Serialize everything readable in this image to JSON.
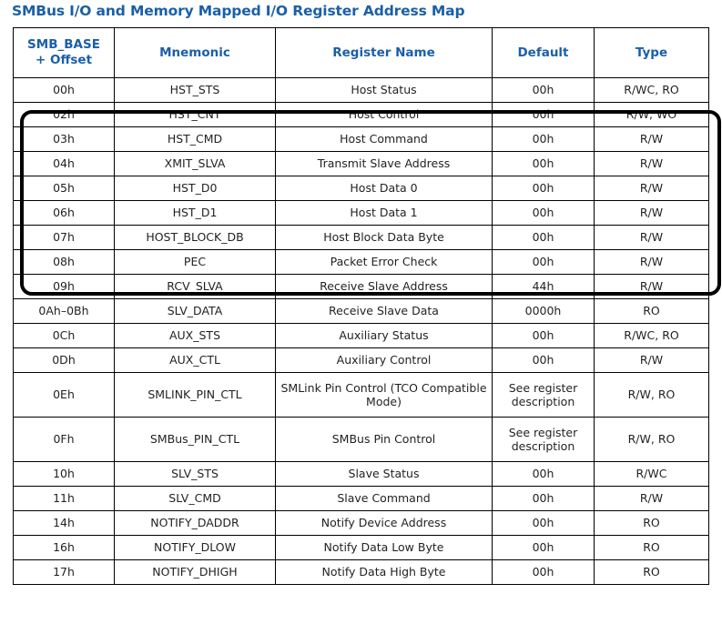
{
  "page": {
    "title": "SMBus I/O and Memory Mapped I/O Register Address Map",
    "title_color": "#1A5FA8",
    "text_color": "#231F20",
    "border_color": "#000000",
    "background": "#FFFFFF",
    "highlight_border_color": "#000000"
  },
  "table": {
    "headers": [
      "SMB_BASE\n+ Offset",
      "Mnemonic",
      "Register Name",
      "Default",
      "Type"
    ],
    "header_offset_line1": "SMB_BASE",
    "header_offset_line2": "+ Offset",
    "header_mnemonic": "Mnemonic",
    "header_register_name": "Register Name",
    "header_default": "Default",
    "header_type": "Type",
    "highlighted_row_range": [
      0,
      6
    ],
    "rows": [
      {
        "offset": "00h",
        "mnemonic": "HST_STS",
        "name": "Host Status",
        "default": "00h",
        "type": "R/WC, RO",
        "highlighted": true,
        "tall": false
      },
      {
        "offset": "02h",
        "mnemonic": "HST_CNT",
        "name": "Host Control",
        "default": "00h",
        "type": "R/W, WO",
        "highlighted": true,
        "tall": false
      },
      {
        "offset": "03h",
        "mnemonic": "HST_CMD",
        "name": "Host Command",
        "default": "00h",
        "type": "R/W",
        "highlighted": true,
        "tall": false
      },
      {
        "offset": "04h",
        "mnemonic": "XMIT_SLVA",
        "name": "Transmit Slave Address",
        "default": "00h",
        "type": "R/W",
        "highlighted": true,
        "tall": false
      },
      {
        "offset": "05h",
        "mnemonic": "HST_D0",
        "name": "Host Data 0",
        "default": "00h",
        "type": "R/W",
        "highlighted": true,
        "tall": false
      },
      {
        "offset": "06h",
        "mnemonic": "HST_D1",
        "name": "Host Data 1",
        "default": "00h",
        "type": "R/W",
        "highlighted": true,
        "tall": false
      },
      {
        "offset": "07h",
        "mnemonic": "HOST_BLOCK_DB",
        "name": "Host Block Data Byte",
        "default": "00h",
        "type": "R/W",
        "highlighted": true,
        "tall": false
      },
      {
        "offset": "08h",
        "mnemonic": "PEC",
        "name": "Packet Error Check",
        "default": "00h",
        "type": "R/W",
        "highlighted": false,
        "tall": false
      },
      {
        "offset": "09h",
        "mnemonic": "RCV_SLVA",
        "name": "Receive Slave Address",
        "default": "44h",
        "type": "R/W",
        "highlighted": false,
        "tall": false
      },
      {
        "offset": "0Ah–0Bh",
        "mnemonic": "SLV_DATA",
        "name": "Receive Slave Data",
        "default": "0000h",
        "type": "RO",
        "highlighted": false,
        "tall": false
      },
      {
        "offset": "0Ch",
        "mnemonic": "AUX_STS",
        "name": "Auxiliary Status",
        "default": "00h",
        "type": "R/WC, RO",
        "highlighted": false,
        "tall": false
      },
      {
        "offset": "0Dh",
        "mnemonic": "AUX_CTL",
        "name": "Auxiliary Control",
        "default": "00h",
        "type": "R/W",
        "highlighted": false,
        "tall": false
      },
      {
        "offset": "0Eh",
        "mnemonic": "SMLINK_PIN_CTL",
        "name": "SMLink Pin Control (TCO Compatible Mode)",
        "default": "See register description",
        "type": "R/W, RO",
        "highlighted": false,
        "tall": true
      },
      {
        "offset": "0Fh",
        "mnemonic": "SMBus_PIN_CTL",
        "name": "SMBus Pin Control",
        "default": "See register description",
        "type": "R/W, RO",
        "highlighted": false,
        "tall": true
      },
      {
        "offset": "10h",
        "mnemonic": "SLV_STS",
        "name": "Slave Status",
        "default": "00h",
        "type": "R/WC",
        "highlighted": false,
        "tall": false
      },
      {
        "offset": "11h",
        "mnemonic": "SLV_CMD",
        "name": "Slave Command",
        "default": "00h",
        "type": "R/W",
        "highlighted": false,
        "tall": false
      },
      {
        "offset": "14h",
        "mnemonic": "NOTIFY_DADDR",
        "name": "Notify Device Address",
        "default": "00h",
        "type": "RO",
        "highlighted": false,
        "tall": false
      },
      {
        "offset": "16h",
        "mnemonic": "NOTIFY_DLOW",
        "name": "Notify Data Low Byte",
        "default": "00h",
        "type": "RO",
        "highlighted": false,
        "tall": false
      },
      {
        "offset": "17h",
        "mnemonic": "NOTIFY_DHIGH",
        "name": "Notify Data High Byte",
        "default": "00h",
        "type": "RO",
        "highlighted": false,
        "tall": false
      }
    ]
  }
}
